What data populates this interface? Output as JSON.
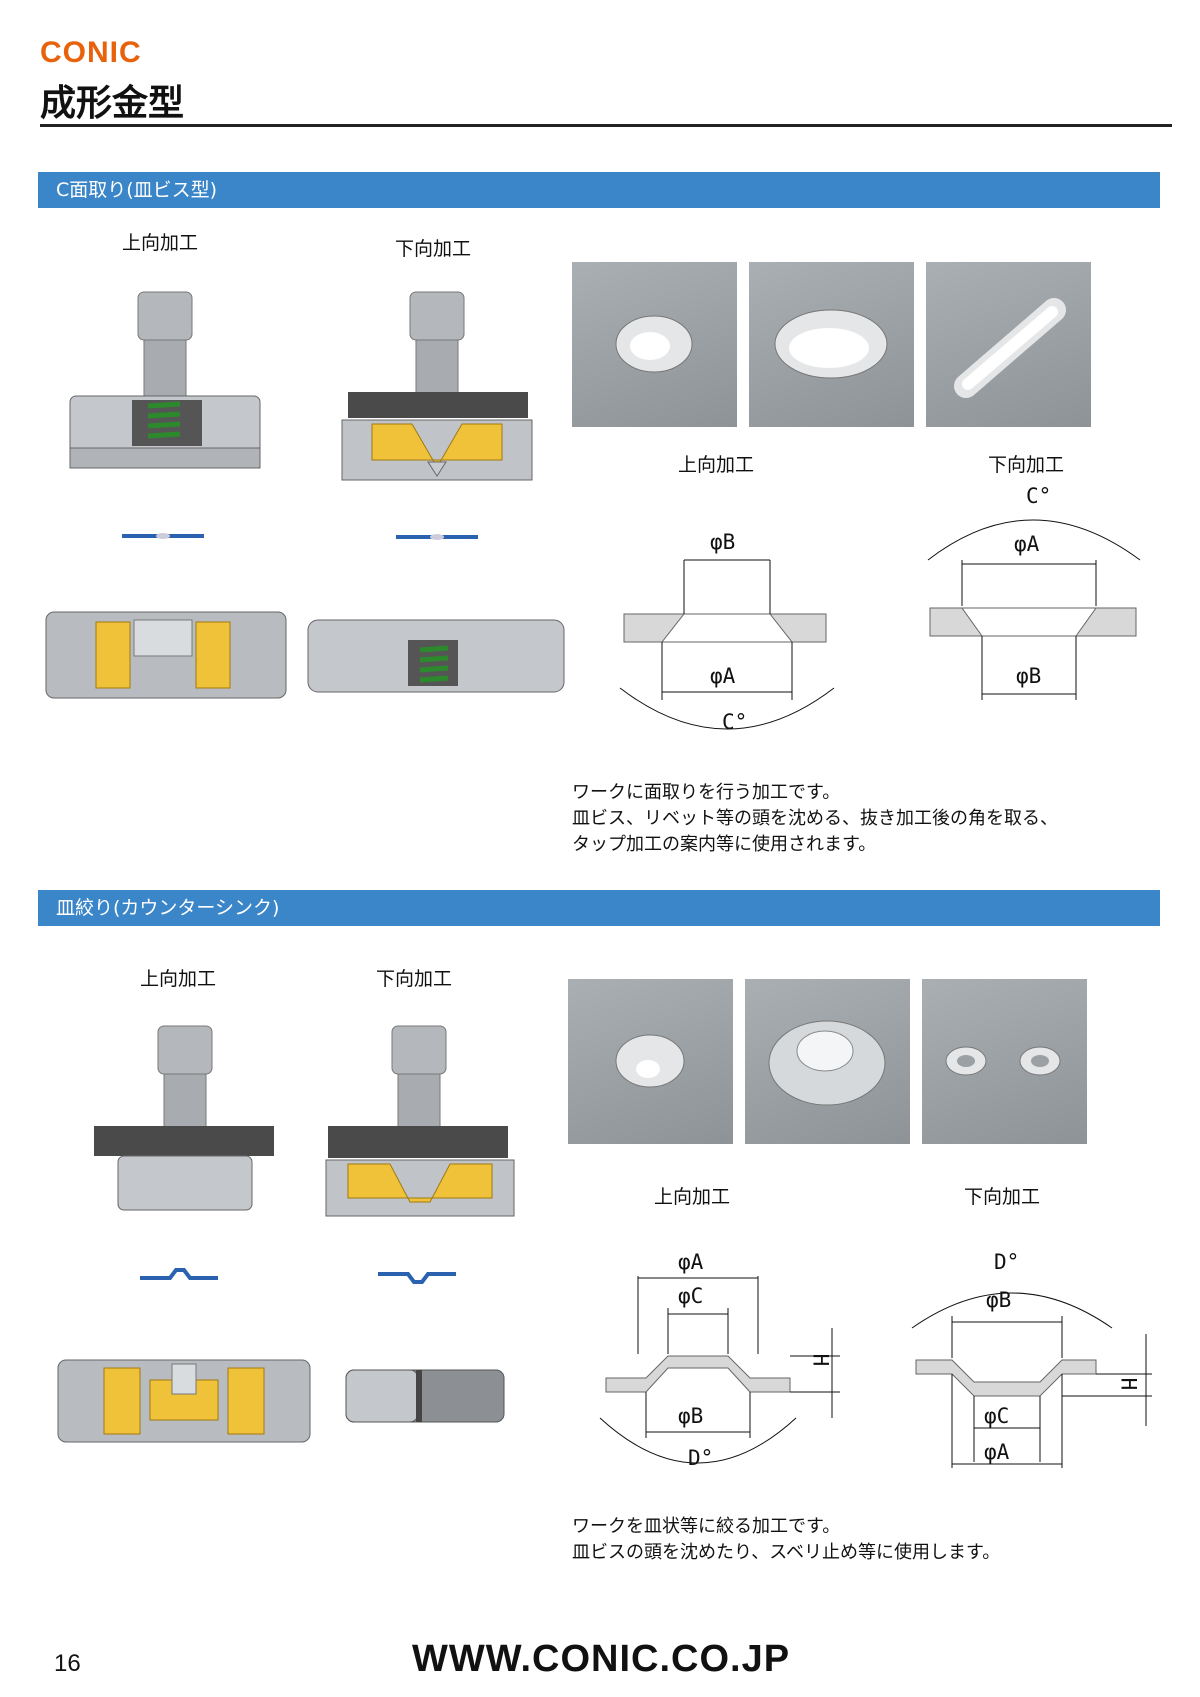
{
  "header": {
    "logo": "CONIC",
    "title": "成形金型"
  },
  "section1": {
    "title": "C面取り(皿ビス型)",
    "die_upward": "上向加工",
    "die_downward": "下向加工",
    "diagram_upward": "上向加工",
    "diagram_downward": "下向加工",
    "dims_up": {
      "b": "φB",
      "a": "φA",
      "c": "C°"
    },
    "dims_down": {
      "c": "C°",
      "a": "φA",
      "b": "φB"
    },
    "desc": [
      "ワークに面取りを行う加工です。",
      "皿ビス、リベット等の頭を沈める、抜き加工後の角を取る、",
      "タップ加工の案内等に使用されます。"
    ]
  },
  "section2": {
    "title": "皿絞り(カウンターシンク)",
    "die_upward": "上向加工",
    "die_downward": "下向加工",
    "diagram_upward": "上向加工",
    "diagram_downward": "下向加工",
    "dims_up": {
      "a": "φA",
      "c": "φC",
      "h": "H",
      "b": "φB",
      "d": "D°"
    },
    "dims_down": {
      "d": "D°",
      "b": "φB",
      "h": "H",
      "c": "φC",
      "a": "φA"
    },
    "desc": [
      "ワークを皿状等に絞る加工です。",
      "皿ビスの頭を沈めたり、スベリ止め等に使用します。"
    ]
  },
  "footer": {
    "page": "16",
    "url": "WWW.CONIC.CO.JP"
  },
  "colors": {
    "accent": "#e8620c",
    "section_bar": "#3a86c8",
    "steel": "#b8bcc0",
    "die_yellow": "#f0c23a",
    "spring_green": "#3aa03a"
  }
}
